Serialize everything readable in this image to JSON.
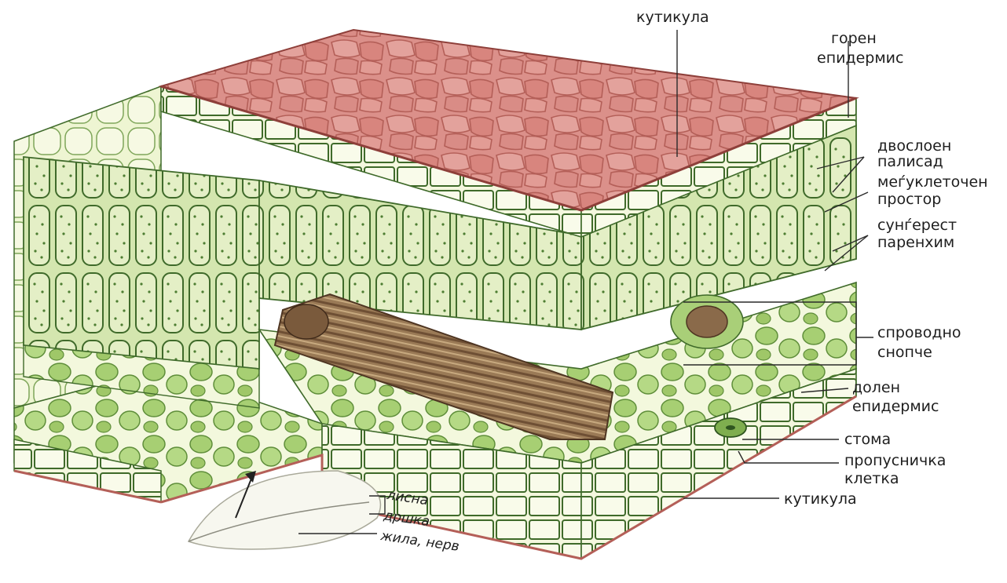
{
  "labels": {
    "cuticle_top": "кутикула",
    "upper_epidermis": [
      "горен",
      "епидермис"
    ],
    "palisade": [
      "двослоен",
      "палисад"
    ],
    "intercellular": [
      "меѓуклеточен",
      "простор"
    ],
    "spongy": [
      "сунѓерест",
      "паренхим"
    ],
    "vascular": [
      "спроводно",
      "снопче"
    ],
    "lower_epidermis": [
      "долен",
      "епидермис"
    ],
    "stoma": "стома",
    "guard_cell": [
      "пропусничка",
      "клетка"
    ],
    "cuticle_bottom": "кутикула",
    "leaf_inset": [
      "лисна",
      "дршка",
      "жила, нерв"
    ]
  },
  "colors": {
    "cuticle_top": "#d98a84",
    "cuticle_cell_line": "#b0615c",
    "epidermis": "#f3f6dc",
    "palisade": "#cfe3a9",
    "cell_wall": "#3f6a2a",
    "spongy": "#a9cf78",
    "vascular": "#8a6a4a",
    "background_cell": "#f8fbe6"
  }
}
